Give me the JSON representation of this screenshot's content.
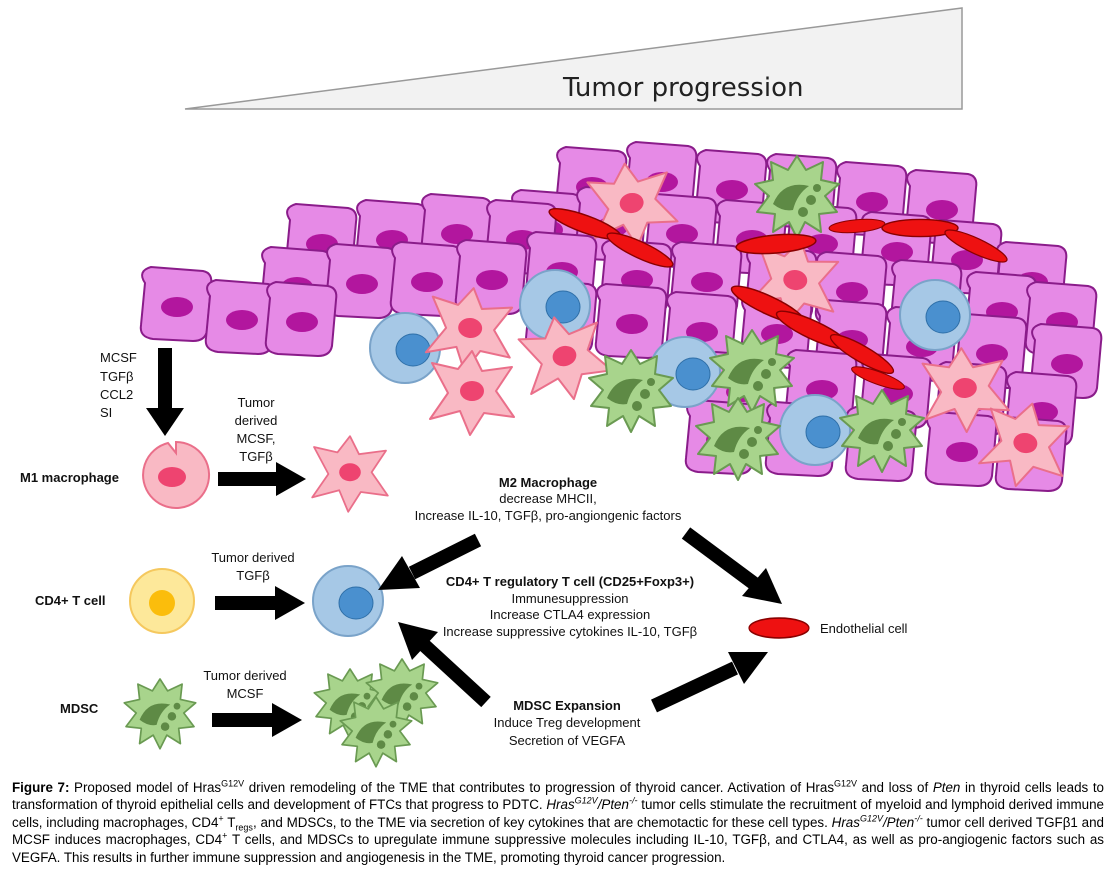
{
  "diagram": {
    "progression_label": "Tumor progression",
    "left_cytokines": [
      "MCSF",
      "TGFβ",
      "CCL2",
      "SI"
    ],
    "m1_label": "M1 macrophage",
    "m1_arrow_label": [
      "Tumor",
      "derived",
      "MCSF,",
      "TGFβ"
    ],
    "m2": {
      "title": "M2 Macrophage",
      "lines": [
        "decrease MHCII,",
        "Increase IL-10, TGFβ, pro-angiongenic  factors"
      ]
    },
    "cd4_label": "CD4+ T cell",
    "cd4_arrow_label": [
      "Tumor derived",
      "TGFβ"
    ],
    "treg": {
      "title": "CD4+ T regulatory T cell (CD25+Foxp3+)",
      "lines": [
        "Immunesuppression",
        "Increase CTLA4 expression",
        "Increase suppressive cytokines IL-10, TGFβ"
      ]
    },
    "endothelial_label": "Endothelial cell",
    "mdsc_label": "MDSC",
    "mdsc_arrow_label": [
      "Tumor derived",
      "MCSF"
    ],
    "mdsc_expansion": {
      "title": "MDSC Expansion",
      "lines": [
        "Induce Treg development",
        "Secretion of VEGFA"
      ]
    },
    "colors": {
      "tumor_cell": "#e68ae6",
      "tumor_nucleus": "#b2169e",
      "macrophage": "#f9b9c4",
      "macrophage_nucleus": "#ee4470",
      "tcell": "#a6c8e6",
      "tcell_nucleus": "#4a90cf",
      "mdsc": "#a8d48c",
      "mdsc_dark": "#5e8a45",
      "endothelial": "#ee1111",
      "cd4_body": "#fde89a",
      "cd4_nucleus": "#fbbd0c"
    }
  },
  "caption": {
    "figure_label": "Figure 7:",
    "segments": [
      {
        "t": " Proposed model of Hras"
      },
      {
        "t": "G12V",
        "sup": true
      },
      {
        "t": " driven remodeling of the TME that contributes to progression of thyroid cancer. Activation of Hras"
      },
      {
        "t": "G12V",
        "sup": true
      },
      {
        "t": " and loss of "
      },
      {
        "t": "Pten",
        "i": true
      },
      {
        "t": " in thyroid cells leads to transformation of thyroid epithelial cells and development of FTCs that progress to PDTC. "
      },
      {
        "t": "Hras",
        "i": true
      },
      {
        "t": "G12V",
        "sup": true,
        "i": true
      },
      {
        "t": "/Pten",
        "i": true
      },
      {
        "t": "-/-",
        "sup": true,
        "i": true
      },
      {
        "t": " tumor cells stimulate the recruitment of myeloid and lymphoid derived immune cells, including macrophages, CD4"
      },
      {
        "t": "+",
        "sup": true
      },
      {
        "t": " T"
      },
      {
        "t": "regs",
        "sub": true
      },
      {
        "t": ", and MDSCs, to the TME via secretion of key cytokines that are chemotactic for these cell types. "
      },
      {
        "t": "Hras",
        "i": true
      },
      {
        "t": "G12V",
        "sup": true,
        "i": true
      },
      {
        "t": "/Pten",
        "i": true
      },
      {
        "t": "-/-",
        "sup": true,
        "i": true
      },
      {
        "t": " tumor cell derived TGFβ1 and MCSF induces macrophages, CD4"
      },
      {
        "t": "+",
        "sup": true
      },
      {
        "t": " T cells, and MDSCs to upregulate immune suppressive molecules including IL-10, TGFβ, and CTLA4, as well as pro-angiogenic factors such as VEGFA. This results in further immune suppression and angiogenesis in the TME, promoting thyroid cancer progression."
      }
    ]
  }
}
